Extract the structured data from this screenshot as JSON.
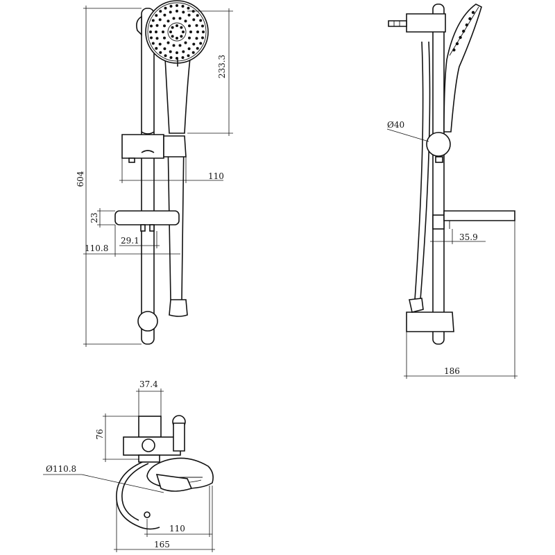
{
  "front_view": {
    "dim_height_overall": "604",
    "dim_head_to_slider": "233.3",
    "dim_slider_width": "110",
    "dim_dish_height": "23",
    "dim_dish_depth": "110.8",
    "dim_dish_offset": "29.1"
  },
  "side_view": {
    "dim_slider_diameter": "Ø40",
    "dim_dish_projection": "35.9",
    "dim_overall_depth": "186"
  },
  "top_view": {
    "dim_slider_depth": "37.4",
    "dim_projection": "76",
    "dim_dish_diameter": "Ø110.8",
    "dim_dish_width": "110",
    "dim_overall_width": "165"
  },
  "shower_head_spray_rings": [
    {
      "count": 8,
      "radius": 9
    },
    {
      "count": 14,
      "radius": 20
    },
    {
      "count": 20,
      "radius": 30
    },
    {
      "count": 28,
      "radius": 38
    }
  ],
  "side_nozzles": 7
}
